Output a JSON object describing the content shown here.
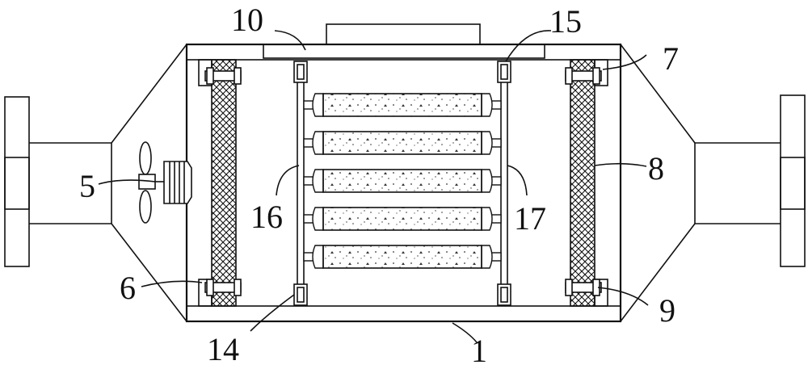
{
  "diagram": {
    "labels": {
      "l1": "1",
      "l5": "5",
      "l6": "6",
      "l7": "7",
      "l8": "8",
      "l9": "9",
      "l10": "10",
      "l14": "14",
      "l15": "15",
      "l16": "16",
      "l17": "17"
    },
    "filter_tubes": 5
  }
}
